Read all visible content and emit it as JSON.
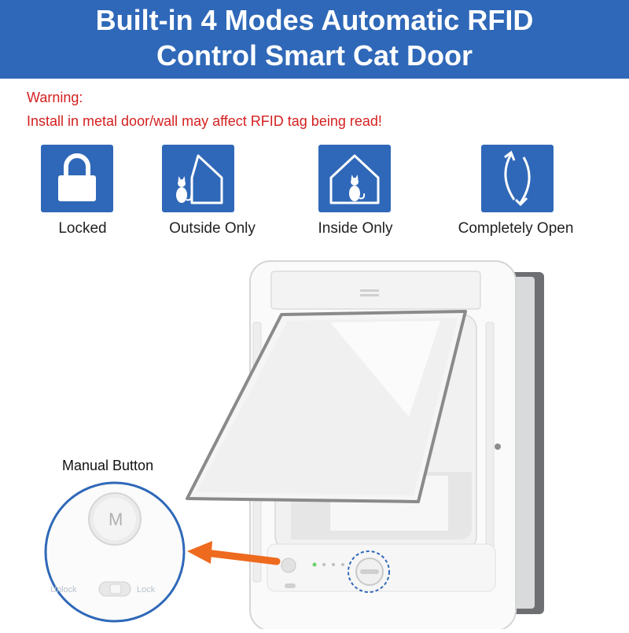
{
  "banner": {
    "line1": "Built-in 4 Modes Automatic RFID",
    "line2": "Control Smart Cat Door",
    "color": "#2f68b8"
  },
  "warning": {
    "line1": "Warning:",
    "line2": "Install in metal door/wall may affect RFID tag being read!",
    "color": "#d42020"
  },
  "modes": [
    {
      "label": "Locked",
      "icon": "padlock-icon"
    },
    {
      "label": "Outside Only",
      "icon": "cat-outside-house-icon"
    },
    {
      "label": "Inside Only",
      "icon": "cat-inside-house-icon"
    },
    {
      "label": "Completely Open",
      "icon": "two-way-arrows-icon"
    }
  ],
  "callout": {
    "title": "Manual Button",
    "button_letter": "M",
    "switch_left": "Unlock",
    "switch_right": "Lock"
  }
}
